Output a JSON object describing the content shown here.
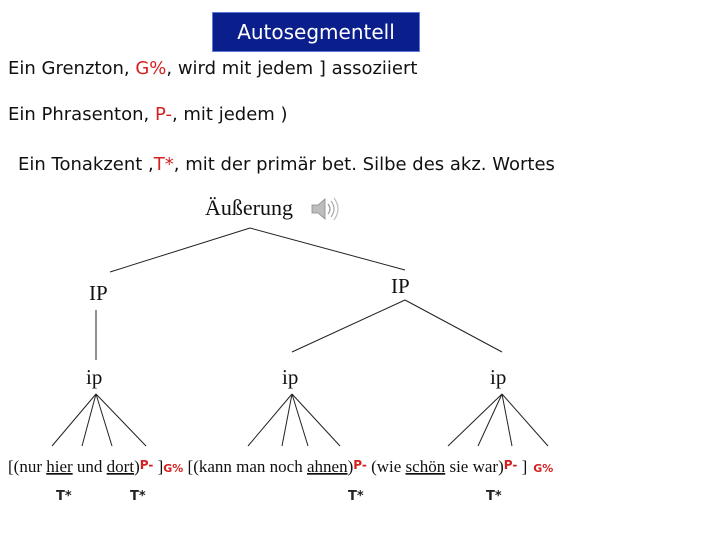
{
  "title": "Autosegmentell",
  "lines": {
    "grenzton": {
      "pre": "Ein Grenzton, ",
      "tone": "G%",
      "post": ",  wird mit jedem ] assoziiert"
    },
    "phrasenton": {
      "pre": "Ein Phrasenton, ",
      "tone": "P-",
      "post": ",    mit jedem )"
    },
    "tonakzent": {
      "pre": "Ein Tonakzent ,",
      "tone": "T*",
      "post": ",  mit der primär bet. Silbe des akz. Wortes"
    }
  },
  "tree": {
    "root": "Äußerung",
    "ip_upper_left": "IP",
    "ip_upper_right": "IP",
    "ip_lower": [
      "ip",
      "ip",
      "ip"
    ]
  },
  "sentence": {
    "t1": "[(nur ",
    "w_hier": "hier",
    "t2": " und ",
    "w_dort": "dort",
    "t3": ")",
    "p1": "P-",
    "t4": " ]",
    "g1": "G%",
    "t5": " [(kann man noch ",
    "w_ahnen": "ahnen",
    "t6": ")",
    "p2": "P-",
    "t7": " (wie ",
    "w_schoen": "schön",
    "t8": "   sie war)",
    "p3": "P-",
    "t9": "  ]",
    "g2": "G%"
  },
  "tstars": [
    "T*",
    "T*",
    "T*",
    "T*"
  ],
  "colors": {
    "title_bg": "#0b1f8c",
    "tone": "#d42020"
  },
  "icons": {
    "speaker": "speaker-icon"
  }
}
